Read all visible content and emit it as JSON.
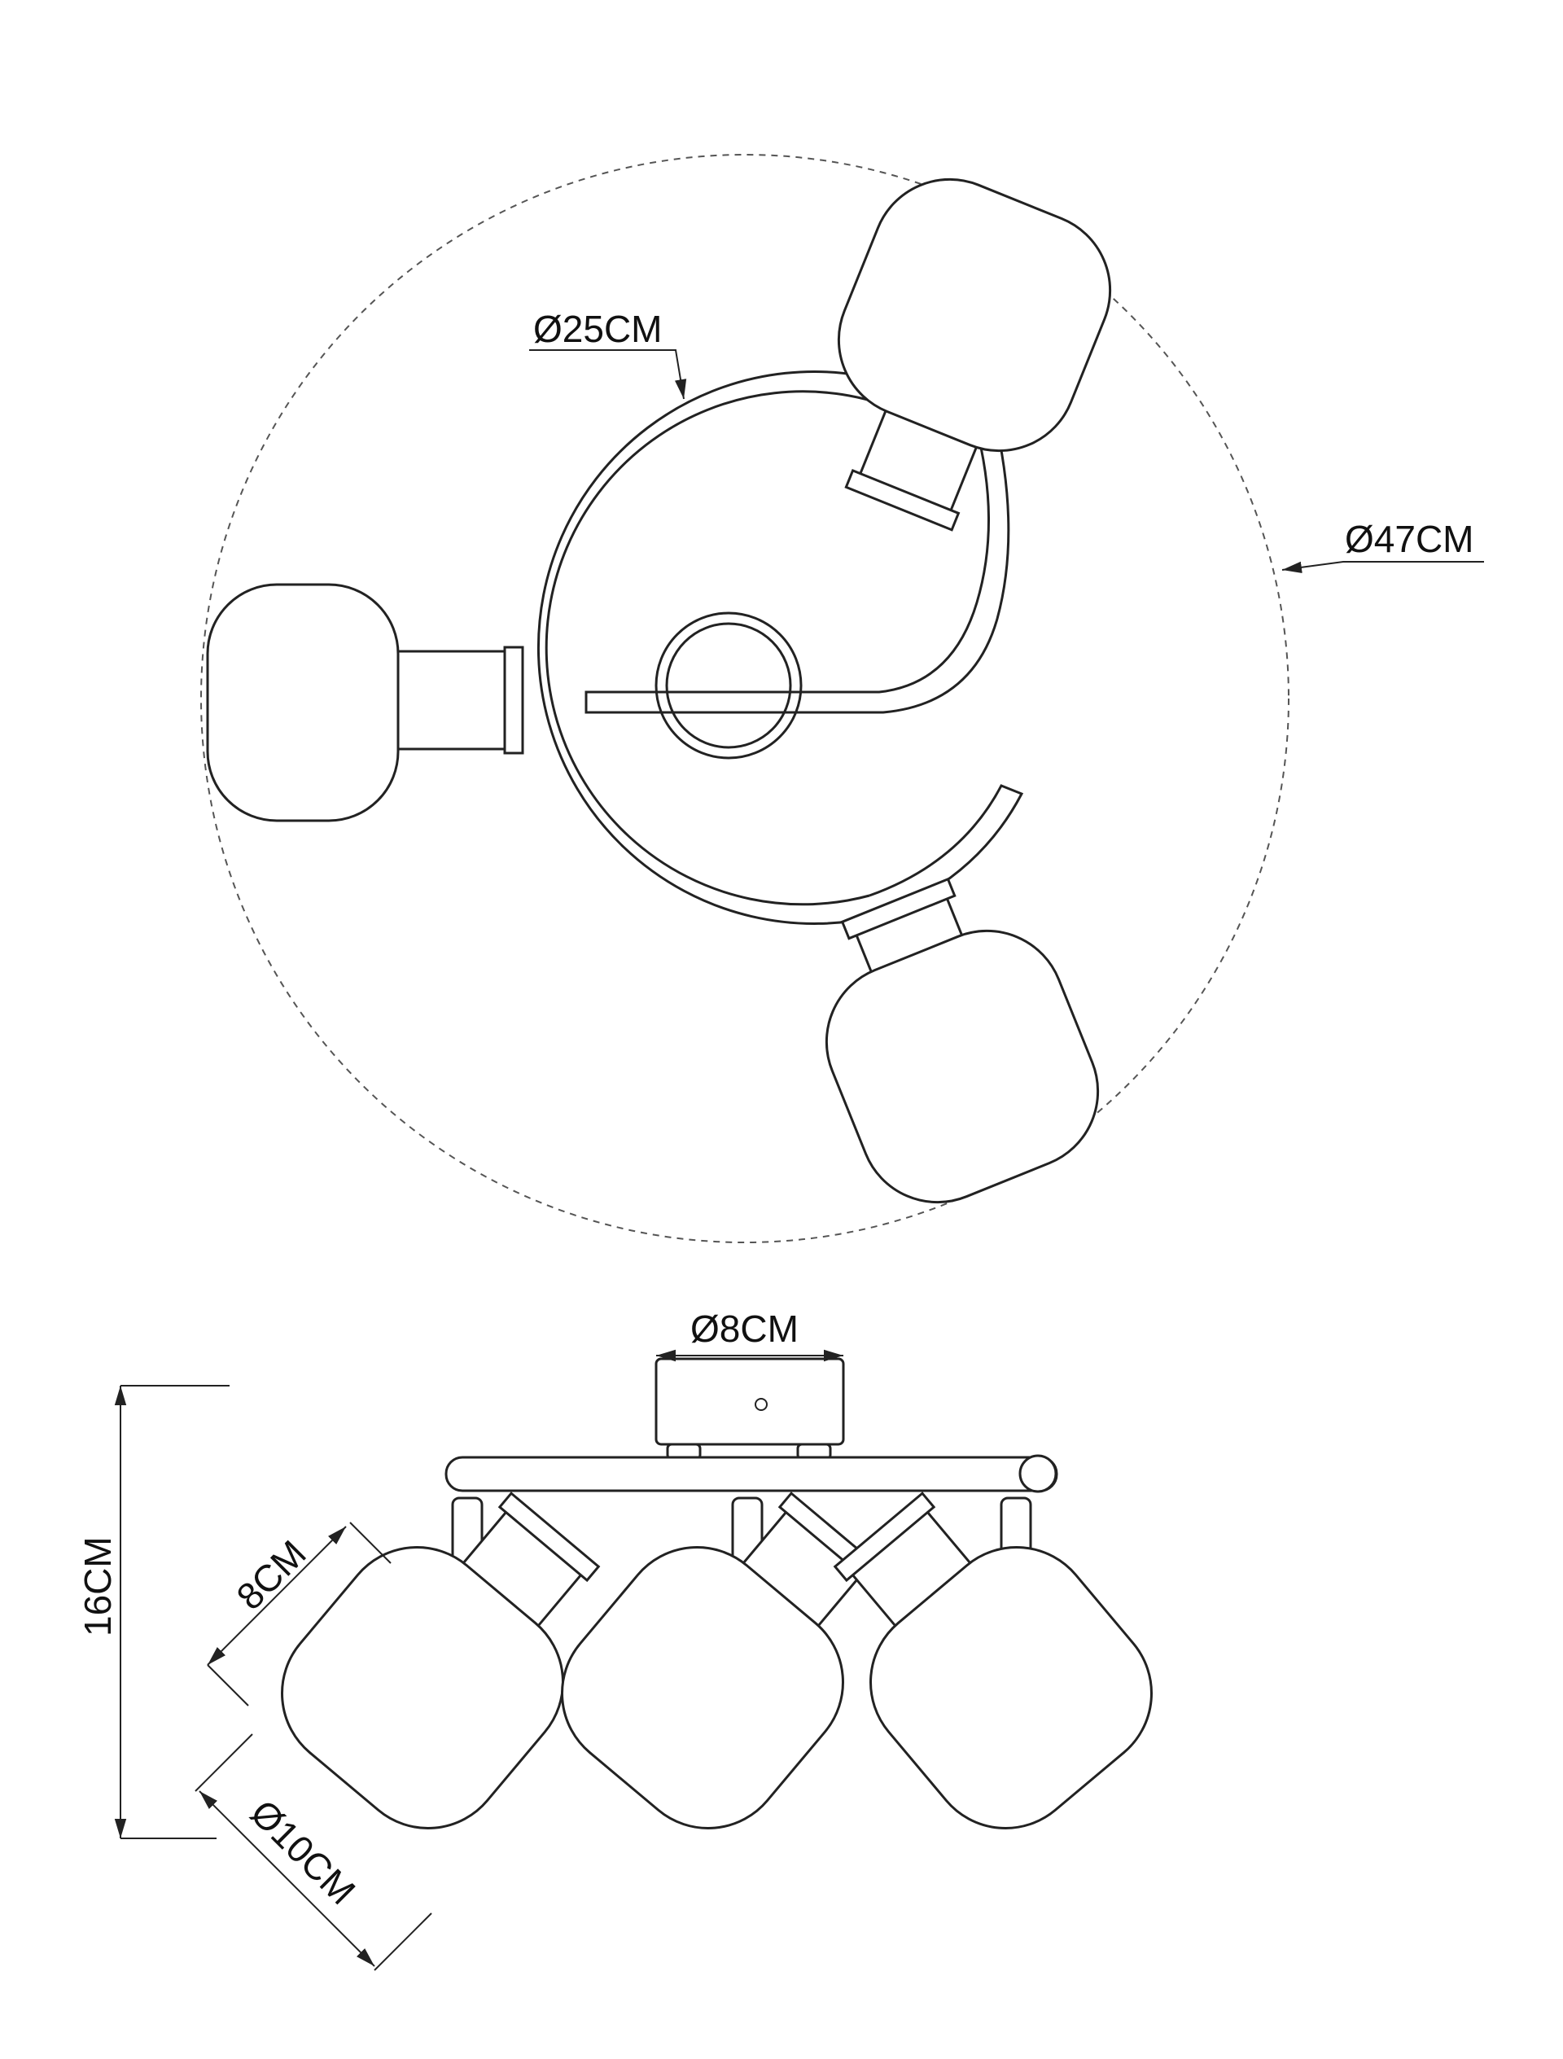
{
  "drawing": {
    "top_view": {
      "arm_diameter": "Ø25CM",
      "overall_diameter": "Ø47CM"
    },
    "side_view": {
      "canopy_diameter": "Ø8CM",
      "height": "16CM",
      "spot_length": "8CM",
      "shade_diameter": "Ø10CM"
    }
  }
}
